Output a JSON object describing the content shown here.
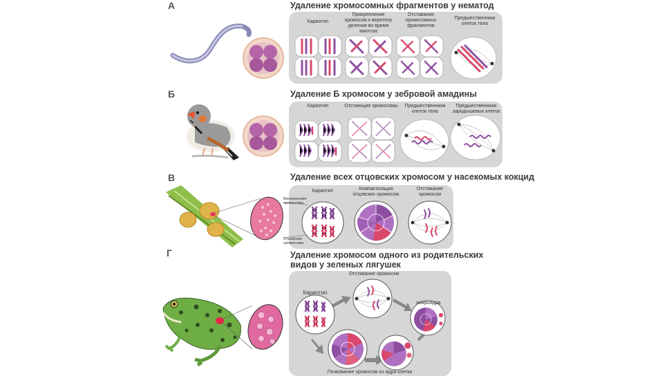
{
  "sections": [
    {
      "letter": "А",
      "title": "Удаление хромосомных фрагментов у нематод",
      "captions": [
        "Кариотип",
        "Прикрепление хромосом к веретену деления во время кмитоза",
        "Отставание хромосомных фрагментов",
        "Предшественники клеток тела"
      ]
    },
    {
      "letter": "Б",
      "title": "Удаление Б хромосом у зебровой амадины",
      "captions": [
        "Кариотип",
        "Отстающие хромосомы",
        "Предшественники клеток тела",
        "Предшественники зародышевых клеток"
      ]
    },
    {
      "letter": "В",
      "title": "Удаление всех отцовских хромосом у насекомых кокцид",
      "captions": [
        "Кариотип",
        "Компактизация отцовских хромосом",
        "Отставание хромосом"
      ],
      "side_labels": [
        "Материнские хромосомы",
        "Отцовские хромосомы"
      ]
    },
    {
      "letter": "Г",
      "title": "Удаление хромосом одного из родительских видов у зеленых лягушек",
      "captions": [
        "Кариотип",
        "Отставание хромосом",
        "микроядра",
        "Почкование хромосом из ядра клетки"
      ]
    }
  ],
  "colors": {
    "panel": "#d6d6d6",
    "purple": "#8e4fa0",
    "pink": "#d9486b",
    "egg": "#b565a7",
    "frog": "#5a9c3a"
  }
}
